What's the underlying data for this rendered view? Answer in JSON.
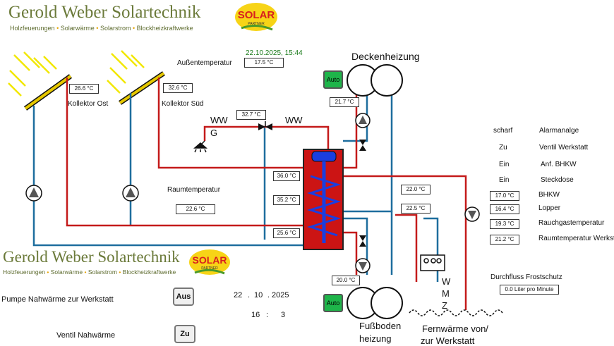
{
  "header": {
    "company": "Gerold Weber Solartechnik",
    "tagline": [
      "Holzfeuerungen",
      "Solarwärme",
      "Solarstrom",
      "Blockheizkraftwerke"
    ],
    "logo_text": "SOLAR",
    "logo_sub": "PARTNER"
  },
  "datetime": "22.10.2025, 15:44",
  "outdoor": {
    "label": "Außentemperatur",
    "value": "17.5 °C"
  },
  "collectors": {
    "east": {
      "label": "Kollektor Ost",
      "value": "26.6 °C"
    },
    "south": {
      "label": "Kollektor Süd",
      "value": "32.6 °C"
    }
  },
  "ww": {
    "left": "WW",
    "g": "G",
    "right": "WW",
    "value": "32.7 °C"
  },
  "room": {
    "label": "Raumtemperatur",
    "value": "22.6 °C"
  },
  "storage": {
    "t1": "36.0 °C",
    "t2": "35.2 °C",
    "t3": "25.6 °C"
  },
  "lines": {
    "t1": "22.0 °C",
    "t2": "22.5 °C"
  },
  "ceiling": {
    "label": "Deckenheizung",
    "auto": "Auto",
    "value": "21.7 °C"
  },
  "floor": {
    "label1": "Fußboden",
    "label2": "heizung",
    "auto": "Auto",
    "value": "20.0 °C"
  },
  "district": {
    "label1": "Fernwärme von/",
    "label2": "zur Werkstatt",
    "wmz": [
      "W",
      "M",
      "Z"
    ]
  },
  "status": [
    {
      "state": "scharf",
      "label": "Alarmanalge"
    },
    {
      "state": "Zu",
      "label": "Ventil Werkstatt"
    },
    {
      "state": "Ein",
      "label": "Anf. BHKW"
    },
    {
      "state": "Ein",
      "label": "Steckdose"
    }
  ],
  "readings": [
    {
      "value": "17.0 °C",
      "label": "BHKW"
    },
    {
      "value": "16.4 °C",
      "label": "Lopper"
    },
    {
      "value": "19.3 °C",
      "label": "Rauchgastemperatur"
    },
    {
      "value": "21.2 °C",
      "label": "Raumtemperatur Werkstatt"
    }
  ],
  "flow": {
    "label": "Durchfluss Frostschutz",
    "value": "0.0 Liter pro Minute"
  },
  "controls": {
    "pump_label": "Pumpe  Nahwärme zur Werkstatt",
    "pump_btn": "Aus",
    "valve_label": "Ventil Nahwärme",
    "valve_btn": "Zu"
  },
  "clock": {
    "day": "22",
    "month": "10",
    "year": "2025",
    "hour": "16",
    "minute": "3",
    "sep_date": ".",
    "sep_time": ":"
  },
  "colors": {
    "hot": "#c41a1a",
    "cold": "#1e6e9e",
    "tank": "#cc1414",
    "coil": "#1a3ee0",
    "green": "#1eb54a",
    "brand": "#6b7a3a"
  }
}
